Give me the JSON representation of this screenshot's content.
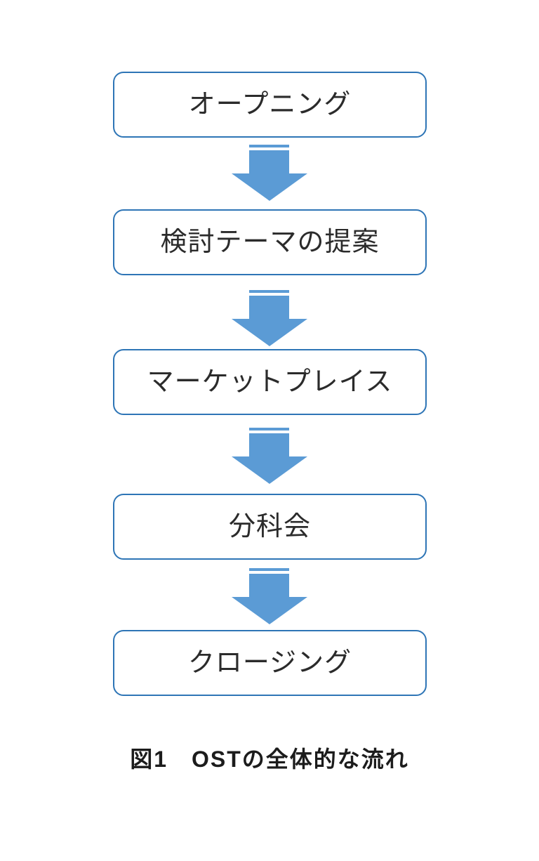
{
  "flow": {
    "boxes": [
      {
        "id": "opening",
        "label": "オープニング"
      },
      {
        "id": "theme",
        "label": "検討テーマの提案"
      },
      {
        "id": "marketplace",
        "label": "マーケットプレイス"
      },
      {
        "id": "breakout",
        "label": "分科会"
      },
      {
        "id": "closing",
        "label": "クロージング"
      }
    ],
    "caption": "図1　OSTの全体的な流れ"
  },
  "icons": {
    "arrow": "striped-down-block-arrow"
  },
  "colors": {
    "box_border": "#2E75B6",
    "box_fill": "#FFFFFF",
    "arrow_fill": "#5B9BD5",
    "text": "#2B2B2B",
    "caption_text": "#1C1C1C",
    "page_bg": "#FFFFFF"
  }
}
